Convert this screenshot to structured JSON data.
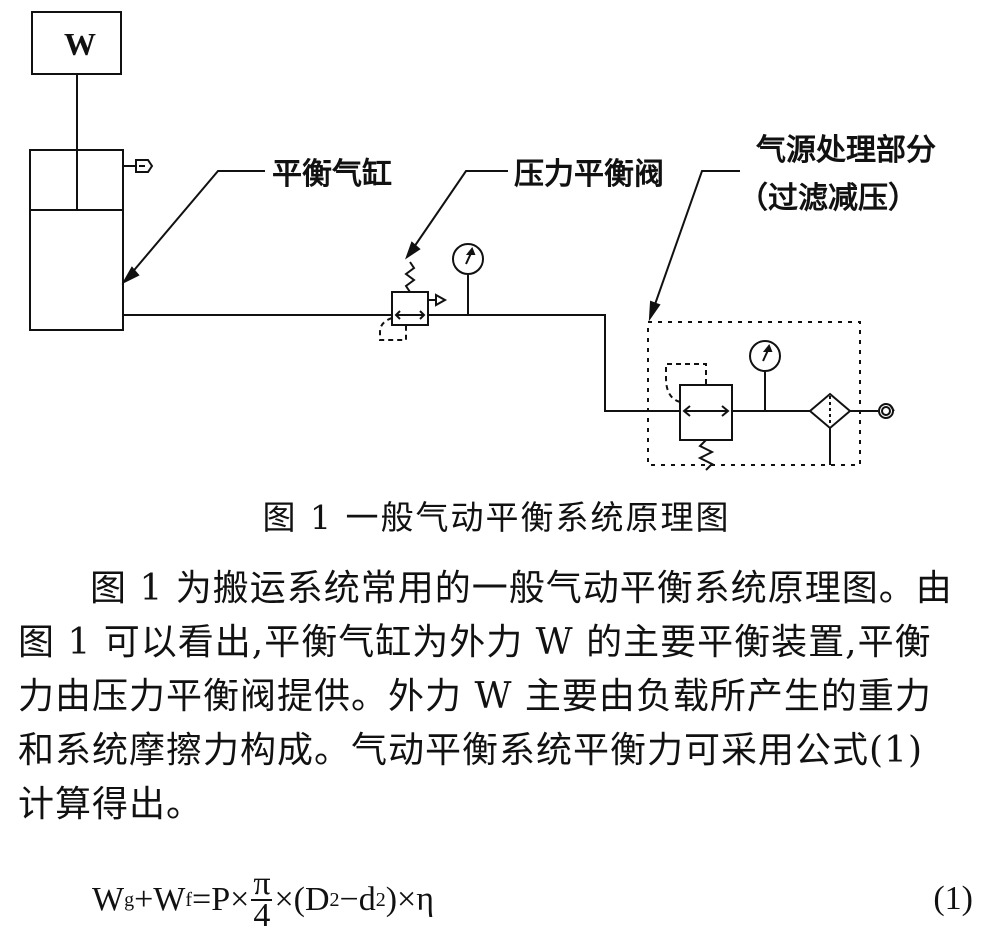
{
  "figure": {
    "weight_label": "W",
    "label_cylinder": "平衡气缸",
    "label_valve": "压力平衡阀",
    "label_source_line1": "气源处理部分",
    "label_source_line2": "（过滤减压）",
    "caption": "图 1  一般气动平衡系统原理图"
  },
  "paragraph": {
    "line1": "图 1 为搬运系统常用的一般气动平衡系统原理图。由",
    "line2": "图 1 可以看出,平衡气缸为外力 W 的主要平衡装置,平衡",
    "line3": "力由压力平衡阀提供。外力 W 主要由负载所产生的重力",
    "line4": "和系统摩擦力构成。气动平衡系统平衡力可采用公式(1)",
    "line5": "计算得出。"
  },
  "formula": {
    "W1": "W",
    "sub_g": "g",
    "plus": "+",
    "W2": "W",
    "sub_f": "f",
    "eqP": "=P×",
    "pi": "π",
    "four": "4",
    "times_open": "×(D",
    "sq1": "2",
    "minus_d": "−d",
    "sq2": "2",
    "close_eta": ")×η",
    "number": "(1)"
  }
}
